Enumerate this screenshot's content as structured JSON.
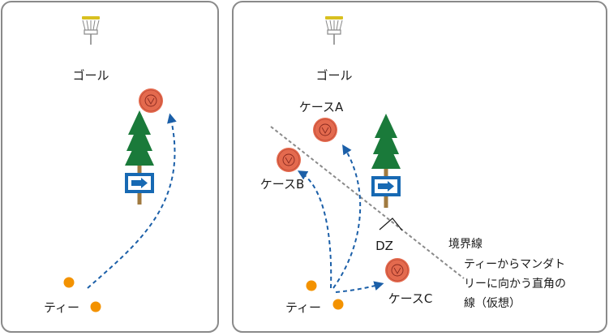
{
  "left_panel": {
    "goal_label": "ゴール",
    "tee_label": "ティー"
  },
  "right_panel": {
    "goal_label": "ゴール",
    "tee_label": "ティー",
    "case_a_label": "ケースA",
    "case_b_label": "ケースB",
    "case_c_label": "ケースC",
    "dz_label": "DZ",
    "boundary_label": "境界線",
    "note_lines": [
      "ティーからマンダト",
      "リーに向かう直角の",
      "線（仮想）"
    ]
  },
  "colors": {
    "panel_border": "#8a8a8a",
    "tree": "#1a7a3a",
    "trunk": "#a07a40",
    "sign": "#1769b3",
    "disc": "#e46a4e",
    "tee_dot": "#f39200",
    "flight_path": "#1b5fa8",
    "boundary": "#8a8a8a",
    "basket": "#d8c020"
  }
}
